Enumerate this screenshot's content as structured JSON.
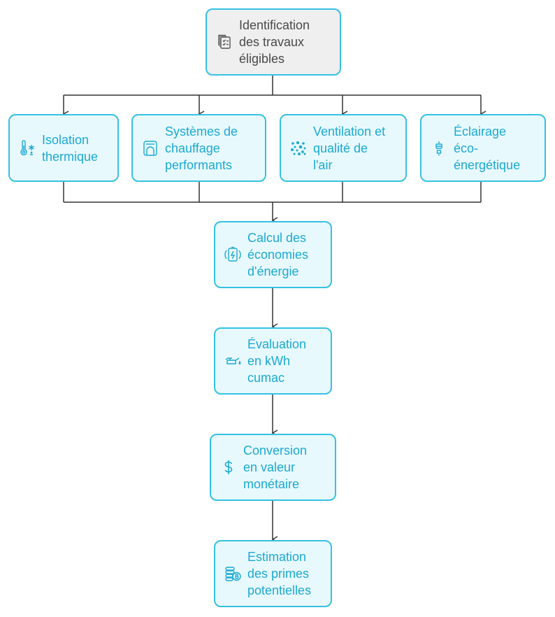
{
  "colors": {
    "accent": "#35c1e3",
    "text_blue": "#1ba9d1",
    "root_fill": "#efefef",
    "node_fill": "#e8f9fd",
    "line": "#333333"
  },
  "nodes": {
    "root": {
      "label": "Identification\ndes travaux\néligibles",
      "icon": "document-checklist-icon"
    },
    "isolation": {
      "label": "Isolation\nthermique",
      "icon": "thermometer-snowflake-icon"
    },
    "chauffage": {
      "label": "Systèmes de\nchauffage\nperformants",
      "icon": "boiler-icon"
    },
    "ventilation": {
      "label": "Ventilation et\nqualité de\nl'air",
      "icon": "air-particles-icon"
    },
    "eclairage": {
      "label": "Éclairage\néco-\nénergétique",
      "icon": "led-bulb-icon"
    },
    "calcul": {
      "label": "Calcul des\néconomies\nd'énergie",
      "icon": "battery-recycle-icon"
    },
    "evaluation": {
      "label": "Évaluation\nen kWh\ncumac",
      "icon": "oil-can-icon"
    },
    "conversion": {
      "label": "Conversion\nen valeur\nmonétaire",
      "icon": "dollar-icon"
    },
    "estimation": {
      "label": "Estimation\ndes primes\npotentielles",
      "icon": "coin-stack-icon"
    }
  }
}
